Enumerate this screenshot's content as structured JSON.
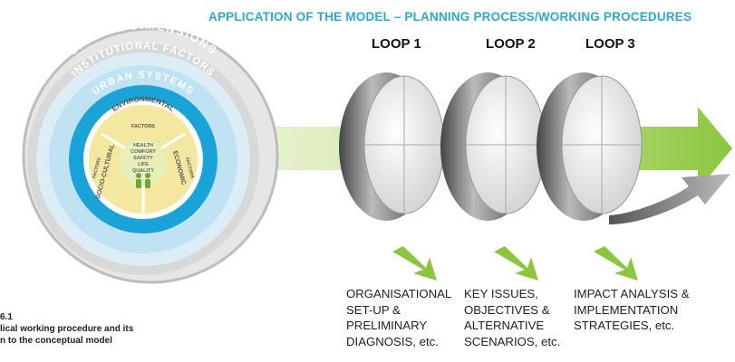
{
  "header": {
    "title": "APPLICATION OF THE MODEL – PLANNING PROCESS/WORKING PROCEDURES"
  },
  "loops": [
    "LOOP 1",
    "LOOP 2",
    "LOOP 3"
  ],
  "captions": [
    "ORGANISATIONAL\nSET-UP &\nPRELIMINARY\nDIAGNOSIS, etc.",
    "KEY ISSUES,\nOBJECTIVES &\nALTERNATIVE\nSCENARIOS, etc.",
    "IMPACT ANALYSIS &\nIMPLEMENTATION\nSTRATEGIES, etc."
  ],
  "rings": {
    "outer": "SPATIAL DIMENSIONS",
    "institutional": "INSTITUTIONAL FACTORS",
    "urban": "URBAN SYSTEMS",
    "environmental": "ENVIRONMENTAL",
    "environmental_sub": "FACTORS",
    "economic": "ECONOMIC",
    "economic_sub": "FACTORS",
    "socio": "SOCIO-CULTURAL",
    "socio_sub": "FACTORS",
    "center": [
      "HEALTH",
      "COMFORT",
      "SAFETY",
      "LIFE",
      "QUALITY"
    ]
  },
  "figure": {
    "number": "6.1",
    "caption_line1": "lical working procedure and its",
    "caption_line2": "n to the conceptual model"
  },
  "colors": {
    "accent": "#2aa9d4",
    "arrow_green": "#8cc63f",
    "ring_blue": "#1aa3d8",
    "ring_light": "#bfe3f2",
    "core_yellow": "#f4e7a0"
  }
}
